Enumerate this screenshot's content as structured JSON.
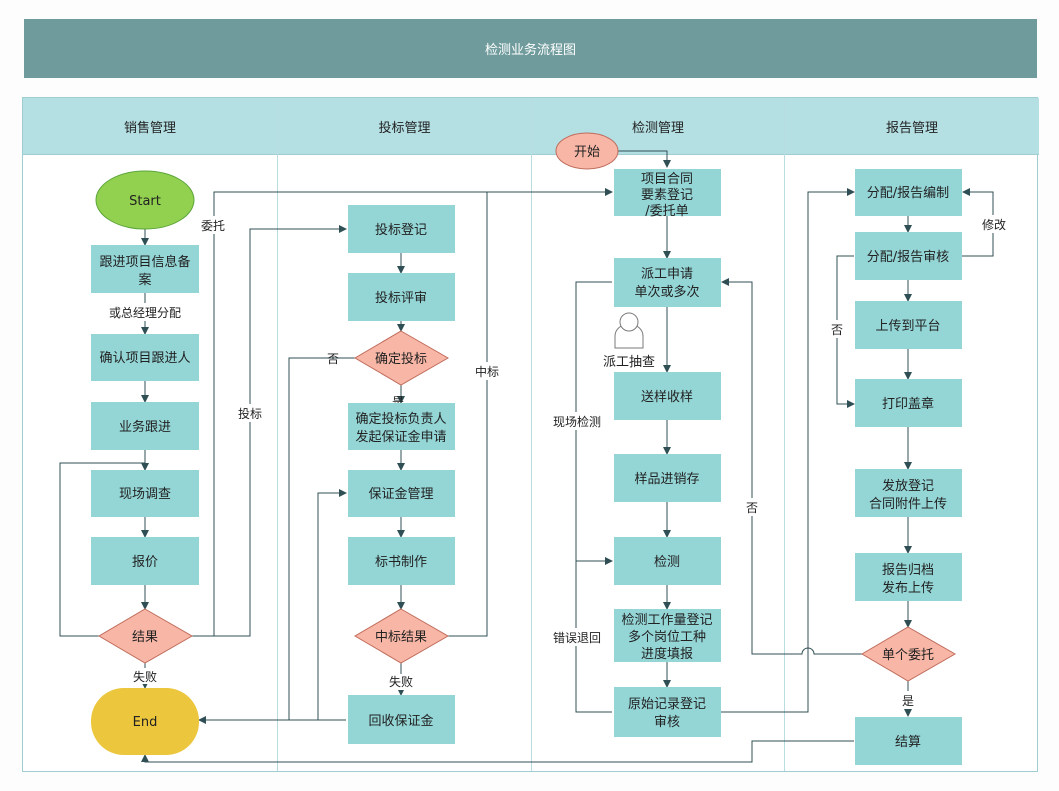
{
  "title": "检测业务流程图",
  "lanes": [
    "销售管理",
    "投标管理",
    "检测管理",
    "报告管理"
  ],
  "nodes": {
    "start": "Start",
    "genjin1": "跟进项目信息备",
    "genjin2": "案",
    "queren": "确认项目跟进人",
    "yewu": "业务跟进",
    "xianchang": "现场调查",
    "baojia": "报价",
    "jieguo": "结果",
    "end": "End",
    "toubiao_dengji": "投标登记",
    "toubiao_pingshen": "投标评审",
    "queding_toubiao": "确定投标",
    "fuzeren1": "确定投标负责人",
    "fuzeren2": "发起保证金申请",
    "baozhengjin": "保证金管理",
    "biaoshu": "标书制作",
    "zhongbiao_jieguo": "中标结果",
    "huishou": "回收保证金",
    "kaishi": "开始",
    "hetong1": "项目合同",
    "hetong2": "要素登记",
    "hetong3": "/委托单",
    "paigong1": "派工申请",
    "paigong2": "单次或多次",
    "chouzha": "派工抽查",
    "songyang": "送样收样",
    "yangpin": "样品进销存",
    "jiance": "检测",
    "gzl1": "检测工作量登记",
    "gzl2": "多个岗位工种",
    "gzl3": "进度填报",
    "yuanshi1": "原始记录登记",
    "yuanshi2": "审核",
    "fenpei_bianzhi": "分配/报告编制",
    "fenpei_shenhe": "分配/报告审核",
    "shangchuan": "上传到平台",
    "dayin": "打印盖章",
    "fafang1": "发放登记",
    "fafang2": "合同附件上传",
    "guidang1": "报告归档",
    "guidang2": "发布上传",
    "danwei": "单个委托",
    "jiesuan": "结算"
  },
  "labels": {
    "zongjingli": "或总经理分配",
    "weituo": "委托",
    "toubiao": "投标",
    "shibai1": "失败",
    "fou1": "否",
    "shi1": "是",
    "zhongbiao": "中标",
    "shibai2": "失败",
    "xianchang_jiance": "现场检测",
    "cuowu": "错误退回",
    "fou2": "否",
    "xiugai": "修改",
    "fou3": "否",
    "shi2": "是"
  },
  "colors": {
    "process": "#94d5d6",
    "decision": "#f8b7a6",
    "start": "#92d14f",
    "end": "#ecc63d",
    "line": "#2f4f54"
  }
}
